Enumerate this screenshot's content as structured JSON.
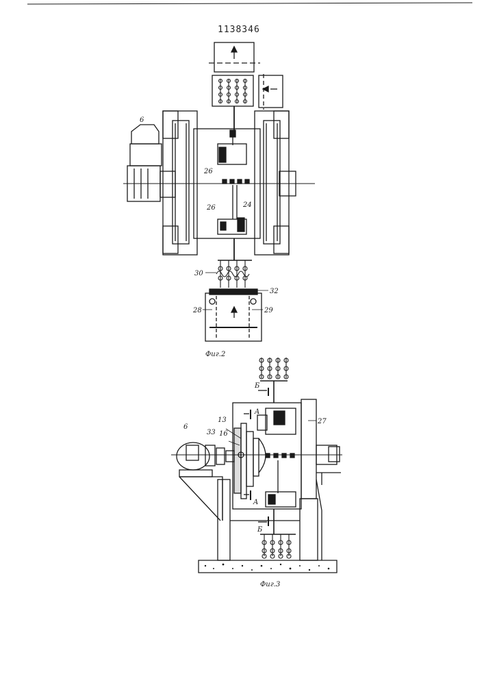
{
  "header": {
    "patent_number": "1138346"
  },
  "figure2": {
    "caption": "Фиг.2",
    "labels": {
      "l6": "6",
      "l26a": "26",
      "l26b": "26",
      "l24": "24",
      "l30": "30",
      "l32": "32",
      "l28": "28",
      "l29": "29"
    }
  },
  "figure3": {
    "caption": "Фиг.3",
    "labels": {
      "l6": "6",
      "l13": "13",
      "l16": "16",
      "l33": "33",
      "l27": "27",
      "lA1": "A",
      "lA2": "A",
      "lB1": "Б",
      "lB2": "Б"
    }
  },
  "colors": {
    "ink": "#1a1a1a",
    "paper": "#ffffff"
  }
}
